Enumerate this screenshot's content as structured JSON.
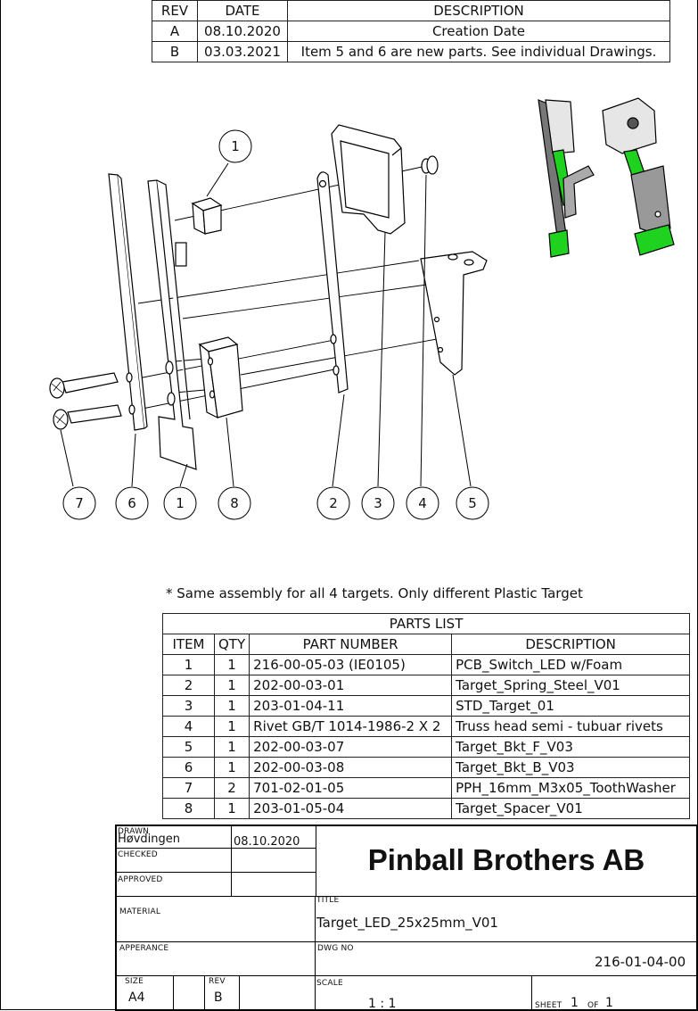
{
  "revisions": {
    "headers": [
      "REV",
      "DATE",
      "DESCRIPTION"
    ],
    "rows": [
      [
        "A",
        "08.10.2020",
        "Creation Date"
      ],
      [
        "B",
        "03.03.2021",
        "Item 5 and 6 are new parts. See individual Drawings."
      ]
    ]
  },
  "balloons": {
    "top": "1",
    "bottom": [
      "7",
      "6",
      "1",
      "8",
      "2",
      "3",
      "4",
      "5"
    ]
  },
  "note": "* Same assembly for all 4 targets. Only different Plastic Target",
  "parts_list": {
    "title": "PARTS LIST",
    "headers": [
      "ITEM",
      "QTY",
      "PART NUMBER",
      "DESCRIPTION"
    ],
    "rows": [
      [
        "1",
        "1",
        "216-00-05-03 (IE0105)",
        "PCB_Switch_LED w/Foam"
      ],
      [
        "2",
        "1",
        "202-00-03-01",
        "Target_Spring_Steel_V01"
      ],
      [
        "3",
        "1",
        "203-01-04-11",
        "STD_Target_01"
      ],
      [
        "4",
        "1",
        "Rivet GB/T 1014-1986-2 X 2",
        "Truss head semi - tubuar rivets"
      ],
      [
        "5",
        "1",
        "202-00-03-07",
        "Target_Bkt_F_V03"
      ],
      [
        "6",
        "1",
        "202-00-03-08",
        "Target_Bkt_B_V03"
      ],
      [
        "7",
        "2",
        "701-02-01-05",
        "PPH_16mm_M3x05_ToothWasher"
      ],
      [
        "8",
        "1",
        "203-01-05-04",
        "Target_Spacer_V01"
      ]
    ]
  },
  "title_block": {
    "drawn_label": "DRAWN",
    "drawn_by": "Høvdingen",
    "drawn_date": "08.10.2020",
    "checked_label": "CHECKED",
    "approved_label": "APPROVED",
    "company": "Pinball Brothers AB",
    "material_label": "MATERIAL",
    "title_label": "TITLE",
    "title": "Target_LED_25x25mm_V01",
    "appearance_label": "APPERANCE",
    "dwg_no_label": "DWG NO",
    "dwg_no": "216-01-04-00",
    "size_label": "SIZE",
    "size": "A4",
    "rev_label": "REV",
    "rev": "B",
    "scale_label": "SCALE",
    "scale": "1 : 1",
    "sheet_label": "SHEET",
    "sheet": "1",
    "of_label": "OF",
    "of": "1"
  },
  "colors": {
    "accent_green": "#1fd21f",
    "line": "#000000",
    "part_fill": "#ffffff"
  }
}
